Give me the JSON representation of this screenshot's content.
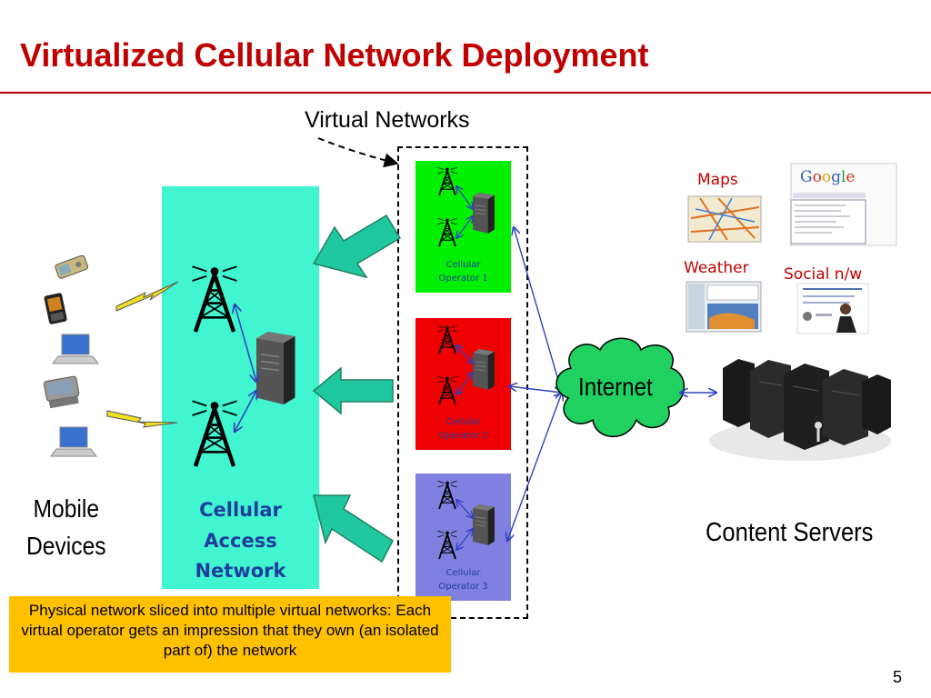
{
  "slide": {
    "title": "Virtualized Cellular Network Deployment",
    "page_number": "5"
  },
  "diagram": {
    "virtual_networks_label": "Virtual Networks",
    "access_network_label_lines": [
      "Cellular",
      "Access",
      "Network"
    ],
    "mobile_devices_label_lines": [
      "Mobile",
      "Devices"
    ],
    "operators": [
      {
        "name_lines": [
          "Cellular",
          "Operator 1"
        ],
        "color": "#00f000"
      },
      {
        "name_lines": [
          "Cellular",
          "Operator 2"
        ],
        "color": "#f00000"
      },
      {
        "name_lines": [
          "Cellular",
          "Operator 3"
        ],
        "color": "#8080e0"
      }
    ],
    "internet_label": "Internet",
    "content_servers_label": "Content Servers",
    "services": {
      "maps": "Maps",
      "weather": "Weather",
      "social": "Social n/w"
    },
    "callout_text": "Physical network sliced into multiple virtual networks: Each virtual operator gets an impression that they own (an isolated part of) the network",
    "colors": {
      "title": "#c00000",
      "access_network": "#40f5d0",
      "link": "#3040c0",
      "arrow_fill": "#20c8a0",
      "internet_cloud": "#20d060",
      "callout": "#ffc000"
    }
  }
}
